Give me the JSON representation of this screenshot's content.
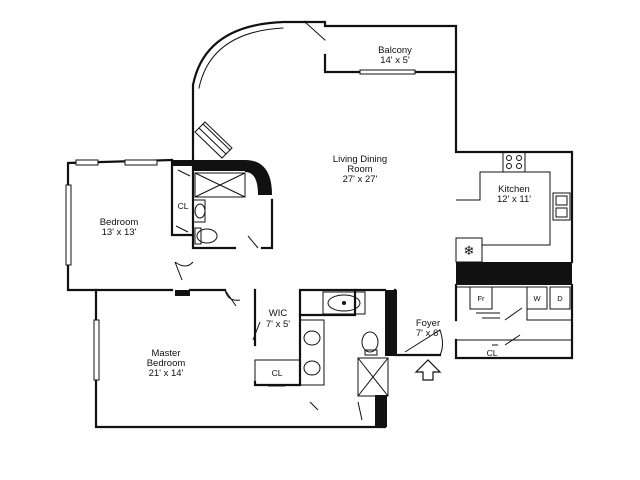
{
  "rooms": {
    "balcony": {
      "name": "Balcony",
      "dims": "14' x 5'"
    },
    "living": {
      "name_line1": "Living Dining",
      "name_line2": "Room",
      "dims": "27' x 27'"
    },
    "kitchen": {
      "name": "Kitchen",
      "dims": "12' x 11'"
    },
    "bedroom": {
      "name": "Bedroom",
      "dims": "13' x 13'"
    },
    "wic": {
      "name": "WIC",
      "dims": "7' x 5'"
    },
    "master": {
      "name_line1": "Master",
      "name_line2": "Bedroom",
      "dims": "21' x 14'"
    },
    "foyer": {
      "name": "Foyer",
      "dims": "7' x 6'"
    }
  },
  "closets": {
    "bedroom_cl": "CL",
    "master_cl": "CL",
    "foyer_cl": "CL"
  },
  "appliances": {
    "fridge": "Fr",
    "washer": "W",
    "dryer": "D",
    "freezer_symbol": "❄"
  },
  "colors": {
    "wall": "#111111",
    "fixture": "#222222",
    "background": "#ffffff"
  }
}
